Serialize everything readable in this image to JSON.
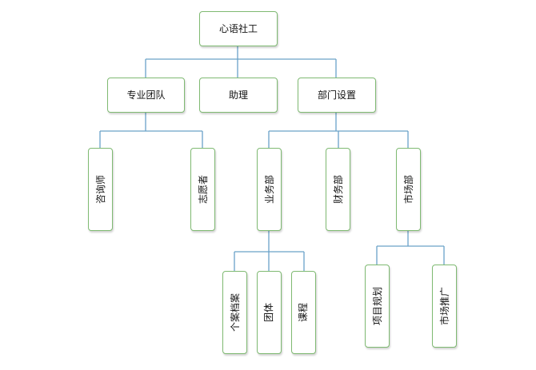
{
  "colors": {
    "connector": "#6aa2c8",
    "node_border": "#7fba72",
    "background": "#ffffff",
    "text": "#111111"
  },
  "nodes": {
    "root": "心语社工",
    "team": "专业团队",
    "assistant": "助理",
    "dept": "部门设置",
    "counselor": "咨询师",
    "volunteer": "志愿者",
    "business": "业务部",
    "finance": "财务部",
    "market": "市场部",
    "casefile": "个案档案",
    "group": "团体",
    "course": "课程",
    "planning": "项目规划",
    "promotion": "市场推广"
  },
  "edges": [
    [
      "root",
      "team"
    ],
    [
      "root",
      "assistant"
    ],
    [
      "root",
      "dept"
    ],
    [
      "team",
      "counselor"
    ],
    [
      "team",
      "volunteer"
    ],
    [
      "dept",
      "business"
    ],
    [
      "dept",
      "finance"
    ],
    [
      "dept",
      "market"
    ],
    [
      "business",
      "casefile"
    ],
    [
      "business",
      "group"
    ],
    [
      "business",
      "course"
    ],
    [
      "market",
      "planning"
    ],
    [
      "market",
      "promotion"
    ]
  ]
}
